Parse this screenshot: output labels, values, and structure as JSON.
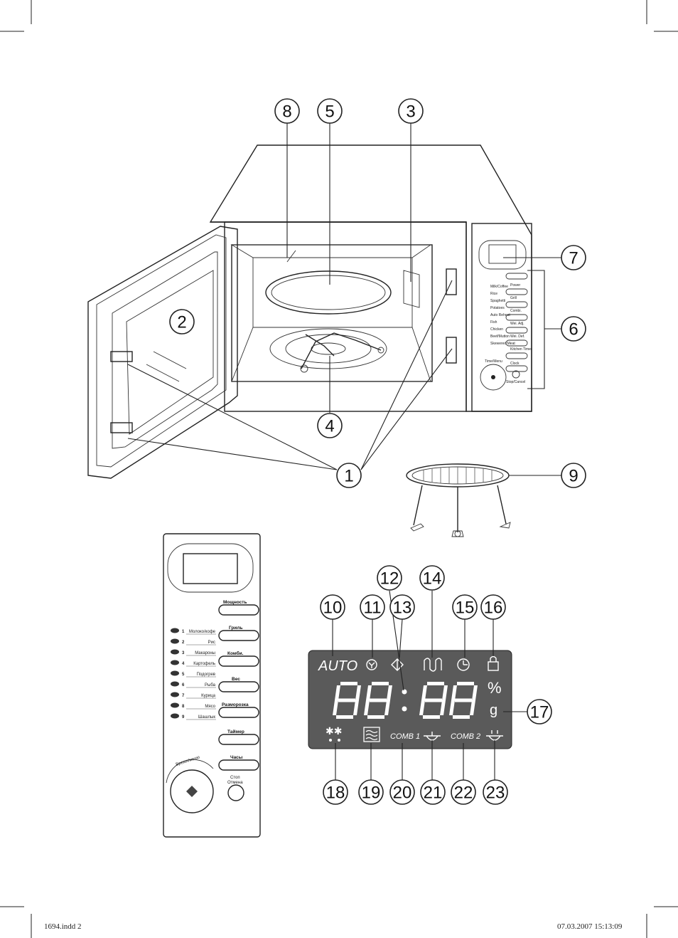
{
  "callouts": {
    "c1": "1",
    "c2": "2",
    "c3": "3",
    "c4": "4",
    "c5": "5",
    "c6": "6",
    "c7": "7",
    "c8": "8",
    "c9": "9",
    "c10": "10",
    "c11": "11",
    "c12": "12",
    "c13": "13",
    "c14": "14",
    "c15": "15",
    "c16": "16",
    "c17": "17",
    "c18": "18",
    "c19": "19",
    "c20": "20",
    "c21": "21",
    "c22": "22",
    "c23": "23"
  },
  "oven_panel": {
    "buttons": [
      "Power",
      "Grill",
      "Combi.",
      "Wei. Adj.",
      "Wei. Def.",
      "Kitchen Timer",
      "Clock",
      "Stop/Cancel"
    ],
    "menu": [
      "Milk/Coffee",
      "Rice",
      "Spaghetti",
      "Potatoes",
      "Auto Reheat",
      "Fish",
      "Chicken",
      "Beef/Mutton",
      "Skewered Meat"
    ],
    "dial": "Time/Menu"
  },
  "ru_panel": {
    "buttons": {
      "power": "Мощность",
      "grill": "Гриль",
      "combi": "Комби.",
      "weight": "Вес",
      "defrost": "Разморозка",
      "timer": "Таймер",
      "clock": "Часы"
    },
    "menu": [
      {
        "n": "1",
        "label": "Молоко/кофе"
      },
      {
        "n": "2",
        "label": "Рис"
      },
      {
        "n": "3",
        "label": "Макароны"
      },
      {
        "n": "4",
        "label": "Картофель"
      },
      {
        "n": "5",
        "label": "Подогрев"
      },
      {
        "n": "6",
        "label": "Рыба"
      },
      {
        "n": "7",
        "label": "Курица"
      },
      {
        "n": "8",
        "label": "Мясо"
      },
      {
        "n": "9",
        "label": "Шашлык"
      }
    ],
    "dial": "Время/меню",
    "stop_line1": "Стоп",
    "stop_line2": "Отмена"
  },
  "display": {
    "auto": "AUTO",
    "percent": "%",
    "gram": "g",
    "comb1": "COMB 1",
    "comb2": "COMB 2"
  },
  "footer": {
    "file": "1694.indd   2",
    "datetime": "07.03.2007   15:13:09"
  }
}
